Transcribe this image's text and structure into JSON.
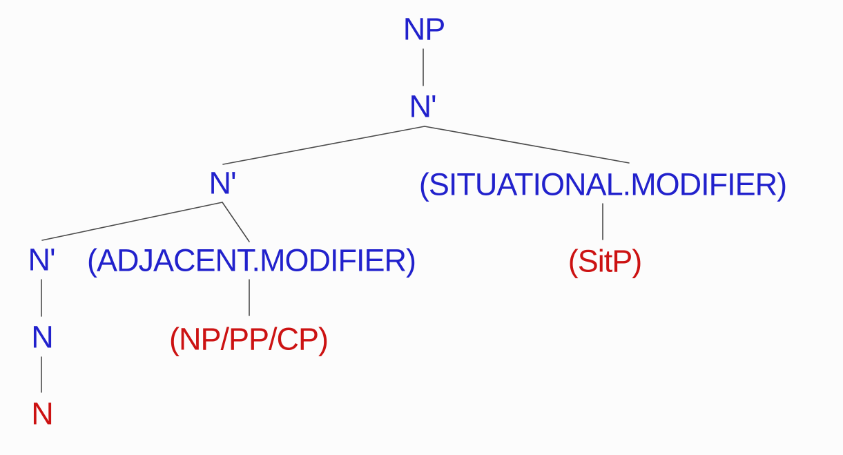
{
  "diagram": {
    "type": "syntax-tree",
    "description": "X-bar theory noun phrase structure tree",
    "colors": {
      "background": "#fcfcfc",
      "nonterminal": "#2121cc",
      "terminal": "#cc1212",
      "edge": "#4b4b4b"
    },
    "nodes": {
      "np_root": {
        "label": "NP",
        "role": "root phrase"
      },
      "nbar_top": {
        "label": "N'",
        "role": "bar level 1"
      },
      "nbar_mid": {
        "label": "N'",
        "role": "bar level 2"
      },
      "sit_modifier": {
        "label": "(SITUATIONAL.MODIFIER)",
        "role": "modifier slot"
      },
      "sitp": {
        "label": "(SitP)",
        "role": "filler category"
      },
      "nbar_low": {
        "label": "N'",
        "role": "bar level 3"
      },
      "adj_modifier": {
        "label": "(ADJACENT.MODIFIER)",
        "role": "modifier slot"
      },
      "np_pp_cp": {
        "label": "(NP/PP/CP)",
        "role": "filler category"
      },
      "n_head": {
        "label": "N",
        "role": "head"
      },
      "n_terminal": {
        "label": "N",
        "role": "terminal"
      }
    },
    "edges": [
      {
        "from": "np_root",
        "to": "nbar_top"
      },
      {
        "from": "nbar_top",
        "to": "nbar_mid"
      },
      {
        "from": "nbar_top",
        "to": "sit_modifier"
      },
      {
        "from": "nbar_mid",
        "to": "nbar_low"
      },
      {
        "from": "nbar_mid",
        "to": "adj_modifier"
      },
      {
        "from": "sit_modifier",
        "to": "sitp"
      },
      {
        "from": "adj_modifier",
        "to": "np_pp_cp"
      },
      {
        "from": "nbar_low",
        "to": "n_head"
      },
      {
        "from": "n_head",
        "to": "n_terminal"
      }
    ]
  }
}
